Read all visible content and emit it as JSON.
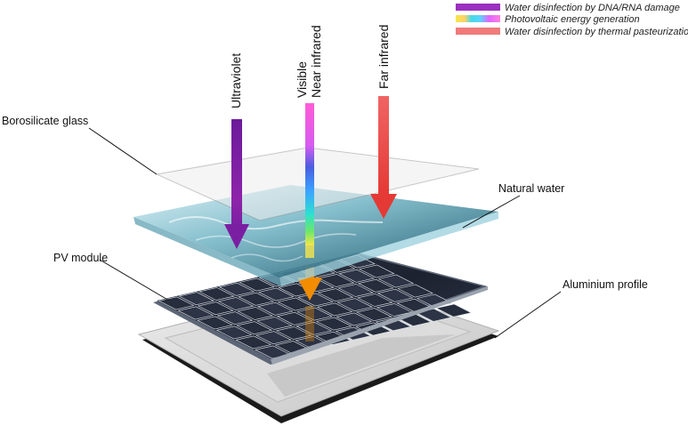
{
  "legend": {
    "items": [
      {
        "label": "Water disinfection by DNA/RNA damage",
        "color": "#9b2fc0"
      },
      {
        "label": "Photovoltaic energy generation",
        "color": "spectrum"
      },
      {
        "label": "Water disinfection by thermal pasteurization",
        "color": "#f07a7a"
      }
    ]
  },
  "rays": {
    "ultraviolet": "Ultraviolet",
    "visible": "Visible",
    "near_infrared": "Near infrared",
    "far_infrared": "Far infrared"
  },
  "layers": {
    "glass": "Borosilicate glass",
    "water": "Natural water",
    "pv": "PV module",
    "profile": "Aluminium profile"
  },
  "colors": {
    "ultraviolet": "#7b1fa2",
    "far_infrared": "#e53935",
    "pv_output": "#f28c00"
  }
}
